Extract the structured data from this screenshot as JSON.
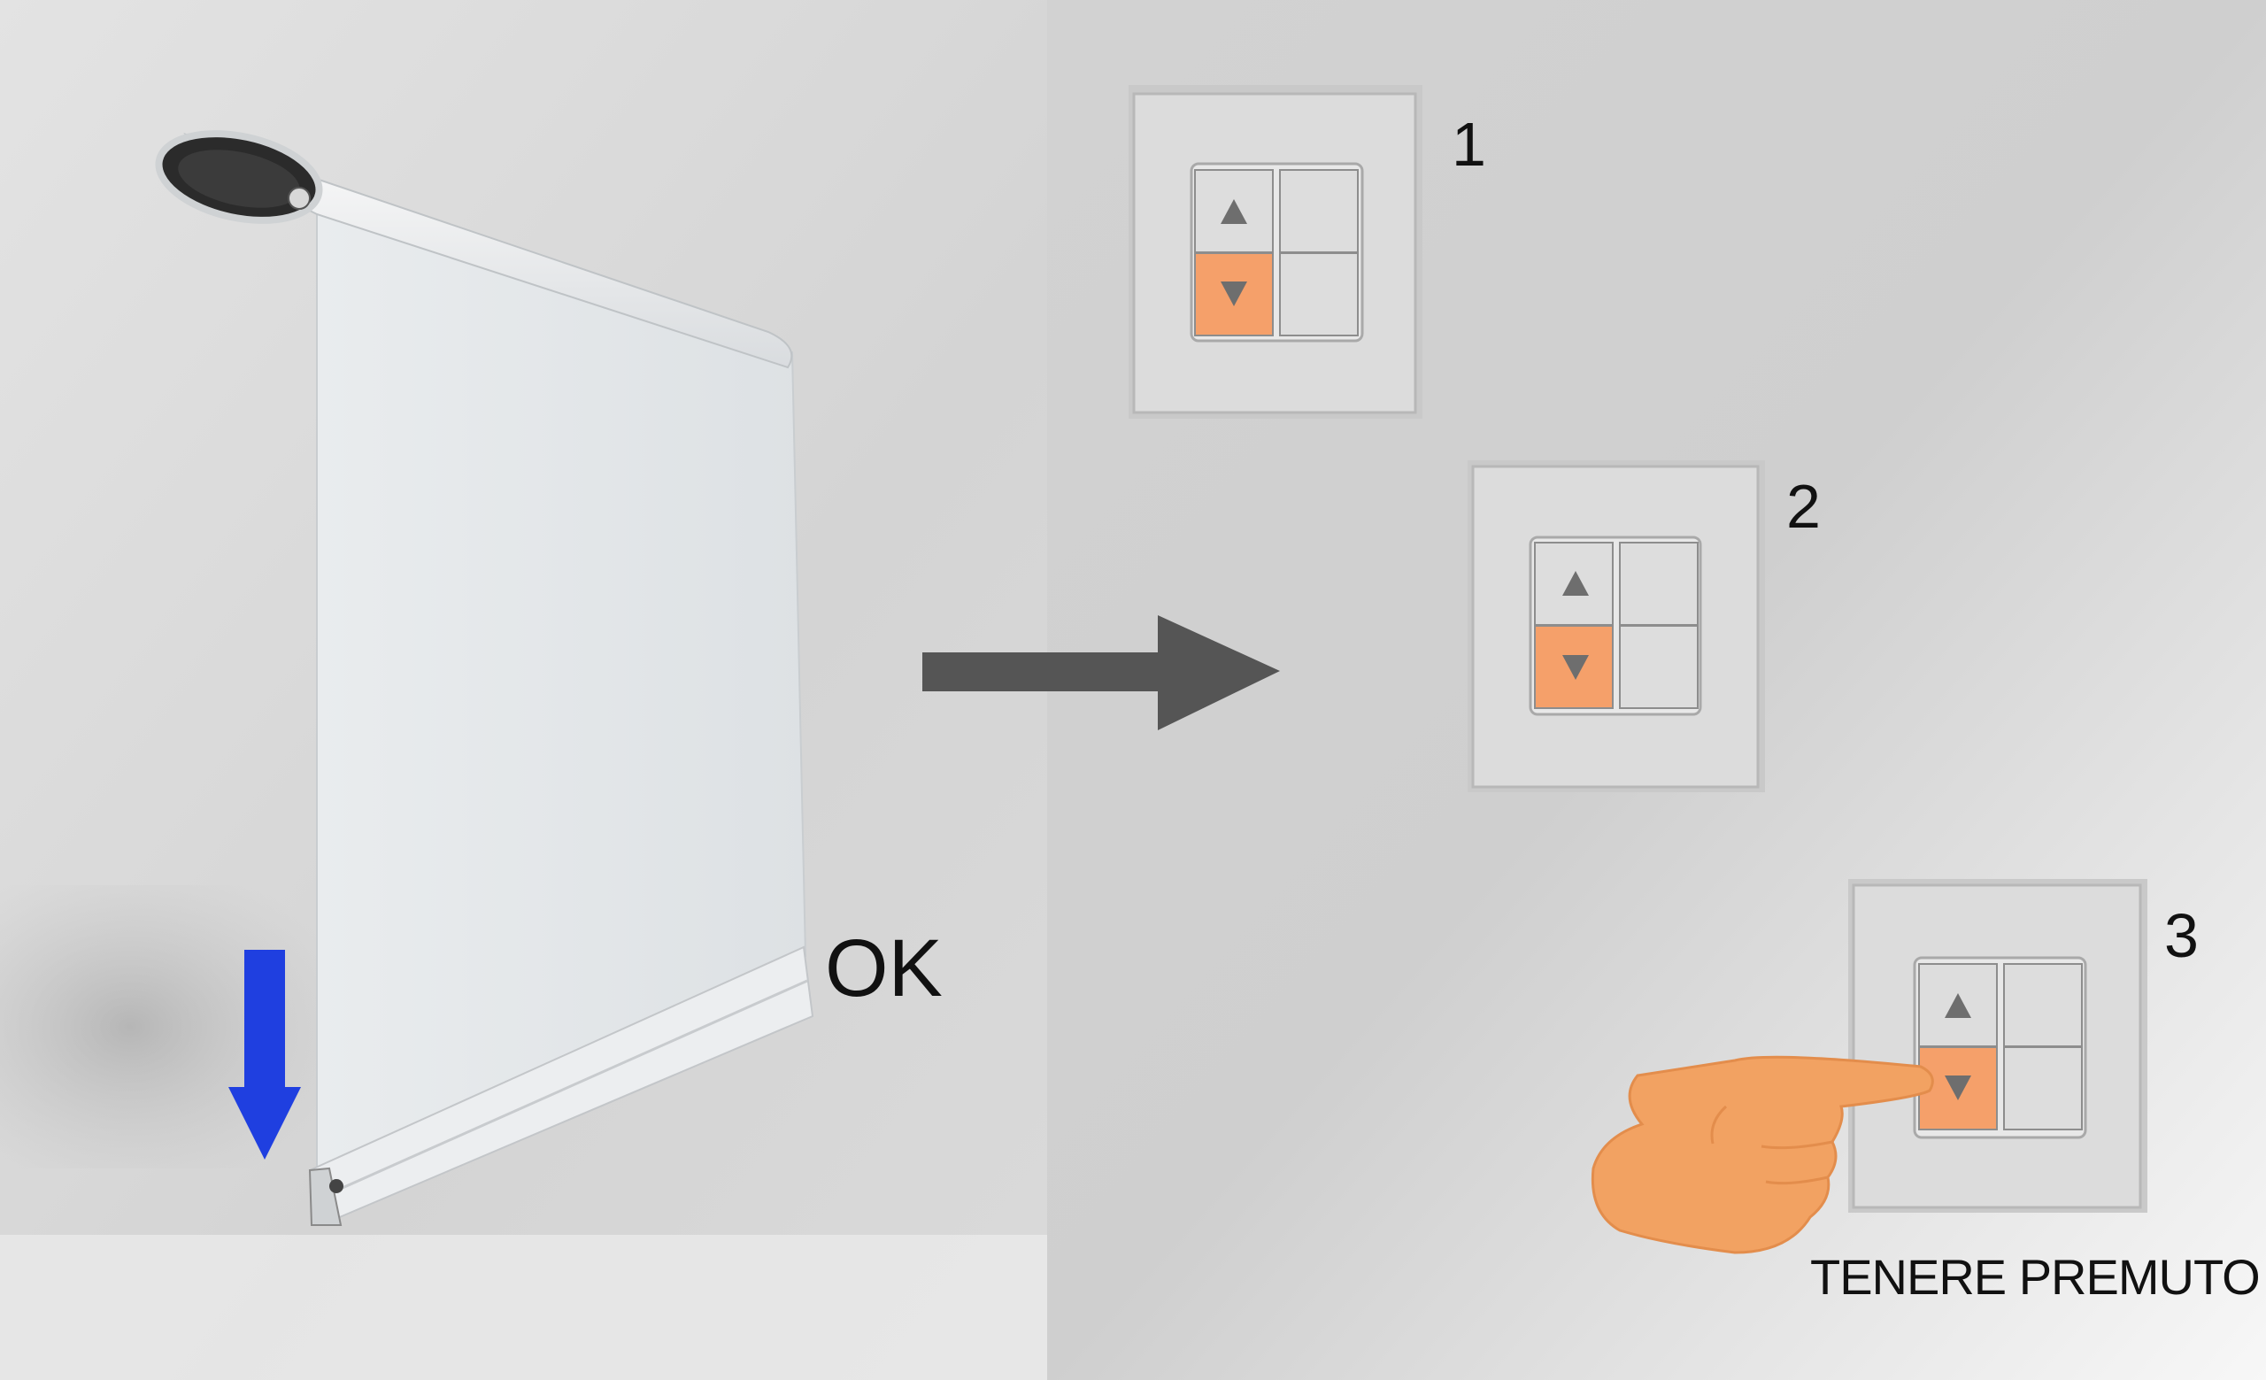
{
  "steps": [
    {
      "number": "1",
      "button_state": "highlighted"
    },
    {
      "number": "2",
      "button_state": "highlighted"
    },
    {
      "number": "3",
      "button_state": "pressed-held"
    }
  ],
  "result_label": "OK",
  "hold_instruction": "TENERE PREMUTO",
  "icons": {
    "direction_arrow": "arrow-down-icon",
    "flow_arrow": "arrow-right-icon",
    "up_button": "triangle-up-icon",
    "down_button": "triangle-down-icon",
    "hand": "pointing-hand-icon"
  },
  "colors": {
    "highlight": "#f5a06a",
    "down_arrow": "#1f3fe0",
    "flow_arrow": "#555555",
    "hand": "#f2a262",
    "background": "#d9d9d9"
  }
}
